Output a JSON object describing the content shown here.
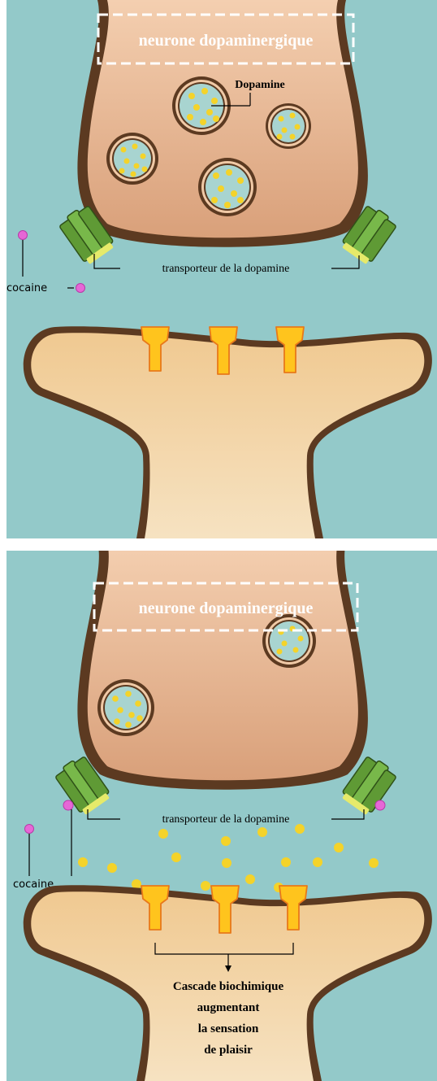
{
  "panels": [
    {
      "title": "neurone dopaminergique",
      "vesicle_label": "Dopamine",
      "transporter_label": "transporteur de la dopamine",
      "cocaine_label": "cocaine"
    },
    {
      "title": "neurone dopaminergique",
      "transporter_label": "transporteur de la dopamine",
      "cocaine_label": "cocaine",
      "result_label": [
        "Cascade biochimique",
        "augmentant",
        "la sensation",
        "de plaisir"
      ]
    }
  ],
  "colors": {
    "background": "#93c9c9",
    "presynaptic_fill": "#e8b594",
    "postsynaptic_fill": "#f3d3a3",
    "membrane": "#5c3a21",
    "vesicle_fill": "#a8d4d0",
    "dopamine": "#f4d32a",
    "receptor": "#ffc41d",
    "transporter": "#5f9a35",
    "cocaine": "#e667d6",
    "title_box": "#ffffff"
  }
}
